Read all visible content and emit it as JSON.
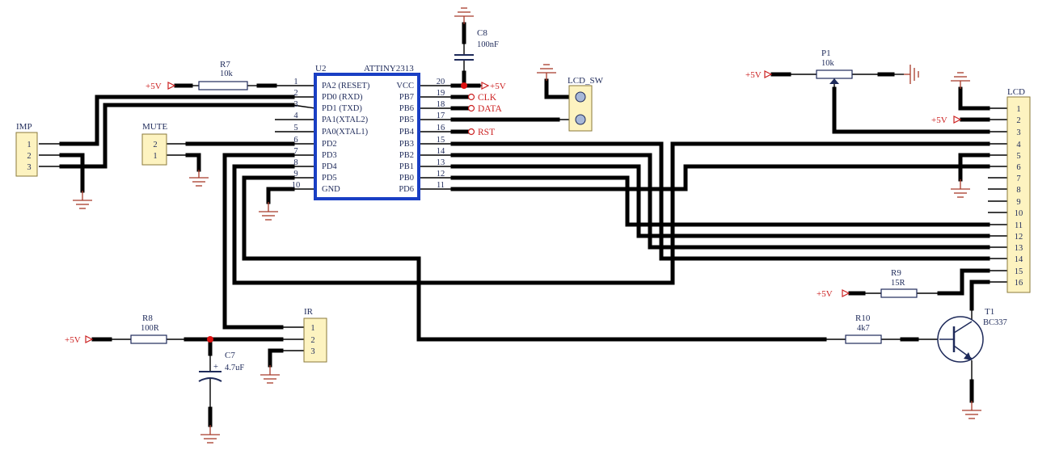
{
  "components": {
    "u2": {
      "ref": "U2",
      "part": "ATTINY2313",
      "left_pins": [
        {
          "num": "1",
          "name": "PA2 (RESET)"
        },
        {
          "num": "2",
          "name": "PD0 (RXD)"
        },
        {
          "num": "3",
          "name": "PD1 (TXD)"
        },
        {
          "num": "4",
          "name": "PA1(XTAL2)"
        },
        {
          "num": "5",
          "name": "PA0(XTAL1)"
        },
        {
          "num": "6",
          "name": "PD2"
        },
        {
          "num": "7",
          "name": "PD3"
        },
        {
          "num": "8",
          "name": "PD4"
        },
        {
          "num": "9",
          "name": "PD5"
        },
        {
          "num": "10",
          "name": "GND"
        }
      ],
      "right_pins": [
        {
          "num": "20",
          "name": "VCC"
        },
        {
          "num": "19",
          "name": "PB7"
        },
        {
          "num": "18",
          "name": "PB6"
        },
        {
          "num": "17",
          "name": "PB5"
        },
        {
          "num": "16",
          "name": "PB4"
        },
        {
          "num": "15",
          "name": "PB3"
        },
        {
          "num": "14",
          "name": "PB2"
        },
        {
          "num": "13",
          "name": "PB1"
        },
        {
          "num": "12",
          "name": "PB0"
        },
        {
          "num": "11",
          "name": "PD6"
        }
      ]
    },
    "imp": {
      "ref": "IMP",
      "pins": [
        "1",
        "2",
        "3"
      ]
    },
    "mute": {
      "ref": "MUTE",
      "pins": [
        "2",
        "1"
      ]
    },
    "ir": {
      "ref": "IR",
      "pins": [
        "1",
        "2",
        "3"
      ]
    },
    "lcd_sw": {
      "ref": "LCD_SW"
    },
    "lcd": {
      "ref": "LCD",
      "pins": [
        "1",
        "2",
        "3",
        "4",
        "5",
        "6",
        "7",
        "8",
        "9",
        "10",
        "11",
        "12",
        "13",
        "14",
        "15",
        "16"
      ]
    },
    "r7": {
      "ref": "R7",
      "value": "10k"
    },
    "r8": {
      "ref": "R8",
      "value": "100R"
    },
    "r9": {
      "ref": "R9",
      "value": "15R"
    },
    "r10": {
      "ref": "R10",
      "value": "4k7"
    },
    "c7": {
      "ref": "C7",
      "value": "4.7uF",
      "polarity": "+"
    },
    "c8": {
      "ref": "C8",
      "value": "100nF"
    },
    "p1": {
      "ref": "P1",
      "value": "10k"
    },
    "t1": {
      "ref": "T1",
      "part": "BC337"
    }
  },
  "nets": {
    "vcc": "+5V",
    "clk": "CLK",
    "data": "DATA",
    "rst": "RST"
  },
  "colors": {
    "wire": "#000000",
    "outline": "#1e2a5a",
    "ic_body": "#1a3fc4",
    "net_label": "#cc2222",
    "header_fill": "#fdf3c0"
  }
}
